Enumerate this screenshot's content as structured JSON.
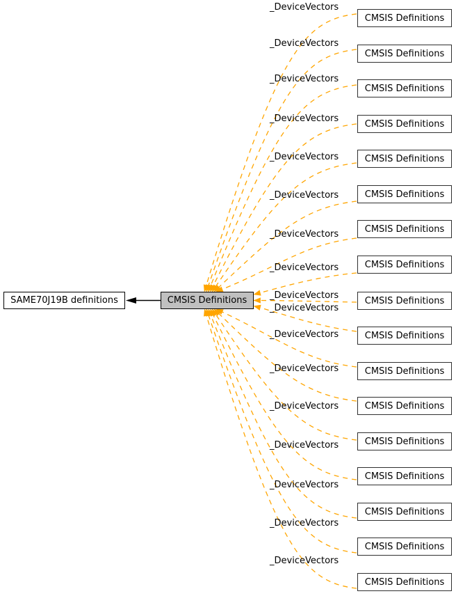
{
  "diagram": {
    "left_node": {
      "label": "SAME70J19B definitions"
    },
    "center_node": {
      "label": "CMSIS Definitions"
    },
    "rows": [
      {
        "edge_label": "_DeviceVectors",
        "node_label": "CMSIS Definitions"
      },
      {
        "edge_label": "_DeviceVectors",
        "node_label": "CMSIS Definitions"
      },
      {
        "edge_label": "_DeviceVectors",
        "node_label": "CMSIS Definitions"
      },
      {
        "edge_label": "_DeviceVectors",
        "node_label": "CMSIS Definitions"
      },
      {
        "edge_label": "_DeviceVectors",
        "node_label": "CMSIS Definitions"
      },
      {
        "edge_label": "_DeviceVectors",
        "node_label": "CMSIS Definitions"
      },
      {
        "edge_label": "_DeviceVectors",
        "node_label": "CMSIS Definitions"
      },
      {
        "edge_label": "_DeviceVectors",
        "node_label": "CMSIS Definitions"
      },
      {
        "edge_label": "_DeviceVectors",
        "node_label": "CMSIS Definitions"
      },
      {
        "edge_label": "_DeviceVectors",
        "node_label": "CMSIS Definitions"
      },
      {
        "edge_label": "_DeviceVectors",
        "node_label": "CMSIS Definitions"
      },
      {
        "edge_label": "_DeviceVectors",
        "node_label": "CMSIS Definitions"
      },
      {
        "edge_label": "_DeviceVectors",
        "node_label": "CMSIS Definitions"
      },
      {
        "edge_label": "_DeviceVectors",
        "node_label": "CMSIS Definitions"
      },
      {
        "edge_label": "_DeviceVectors",
        "node_label": "CMSIS Definitions"
      },
      {
        "edge_label": "_DeviceVectors",
        "node_label": "CMSIS Definitions"
      },
      {
        "edge_label": "_DeviceVectors",
        "node_label": "CMSIS Definitions"
      }
    ],
    "colors": {
      "edge_dash": "#ffa500",
      "solid_arrow": "#000000",
      "center_node_fill": "#c0c0c0",
      "node_fill": "#ffffff",
      "node_border": "#2f2f2f",
      "text": "#000000",
      "background": "#ffffff"
    }
  }
}
